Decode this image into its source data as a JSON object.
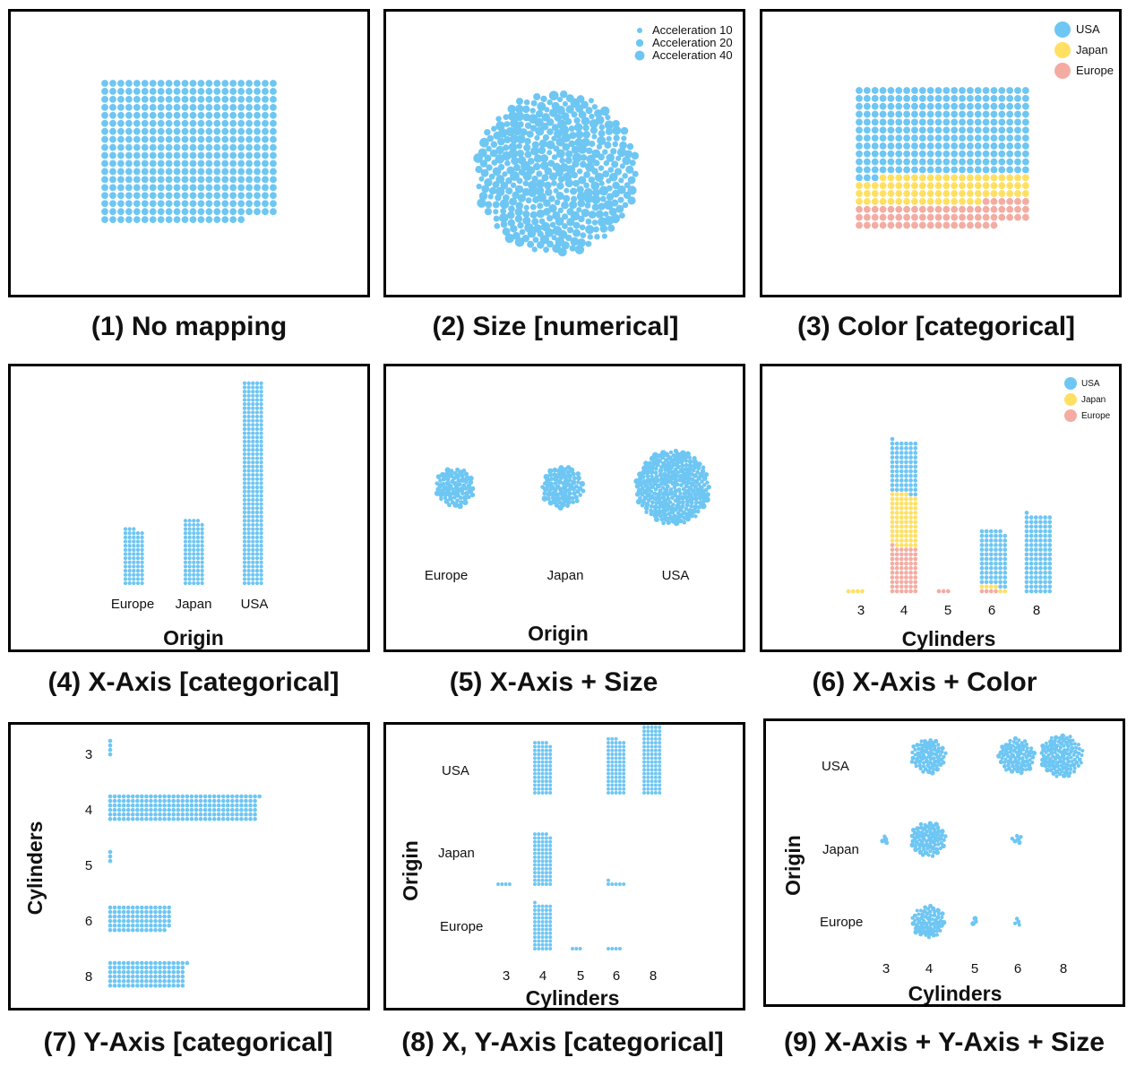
{
  "colors": {
    "usa": "#6ec6f3",
    "japan": "#ffe062",
    "europe": "#f4aca2"
  },
  "captions": [
    "(1) No mapping",
    "(2) Size [numerical]",
    "(3) Color [categorical]",
    "(4) X-Axis [categorical]",
    "(5) X-Axis + Size",
    "(6) X-Axis + Color",
    "(7) Y-Axis [categorical]",
    "(8) X, Y-Axis [categorical]",
    "(9) X-Axis + Y-Axis + Size"
  ],
  "chart_data": [
    {
      "type": "scatter",
      "layout": "unit-grid",
      "total_units": 392
    },
    {
      "type": "scatter",
      "layout": "unit-cluster",
      "size_encoding": "Acceleration",
      "legend": [
        "Acceleration 10",
        "Acceleration 20",
        "Acceleration 40"
      ],
      "legend_position": "top-right"
    },
    {
      "type": "scatter",
      "layout": "unit-grid",
      "color_encoding": "Origin",
      "categories": [
        "USA",
        "Japan",
        "Europe"
      ],
      "counts": {
        "USA": 245,
        "Japan": 79,
        "Europe": 68
      },
      "legend": [
        "USA",
        "Japan",
        "Europe"
      ],
      "legend_position": "top-right"
    },
    {
      "type": "bar",
      "layout": "unit-column",
      "xlabel": "Origin",
      "categories": [
        "Europe",
        "Japan",
        "USA"
      ],
      "values": [
        68,
        79,
        245
      ]
    },
    {
      "type": "scatter",
      "layout": "unit-cluster",
      "xlabel": "Origin",
      "size_encoding": "Acceleration",
      "categories": [
        "Europe",
        "Japan",
        "USA"
      ],
      "values": [
        68,
        79,
        245
      ]
    },
    {
      "type": "bar",
      "layout": "unit-column-stacked",
      "xlabel": "Cylinders",
      "categories": [
        "3",
        "4",
        "5",
        "6",
        "8"
      ],
      "series": [
        {
          "name": "USA",
          "values": [
            0,
            69,
            0,
            73,
            103
          ]
        },
        {
          "name": "Japan",
          "values": [
            4,
            69,
            0,
            6,
            0
          ]
        },
        {
          "name": "Europe",
          "values": [
            0,
            61,
            3,
            4,
            0
          ]
        }
      ],
      "legend": [
        "USA",
        "Japan",
        "Europe"
      ],
      "legend_position": "top-right"
    },
    {
      "type": "bar",
      "layout": "unit-row",
      "ylabel": "Cylinders",
      "categories": [
        "3",
        "4",
        "5",
        "6",
        "8"
      ],
      "values": [
        4,
        199,
        3,
        83,
        103
      ]
    },
    {
      "type": "scatter",
      "layout": "unit-grid-facet",
      "xlabel": "Cylinders",
      "ylabel": "Origin",
      "x_categories": [
        "3",
        "4",
        "5",
        "6",
        "8"
      ],
      "y_categories": [
        "USA",
        "Japan",
        "Europe"
      ],
      "counts": {
        "USA": [
          0,
          69,
          0,
          73,
          103
        ],
        "Japan": [
          4,
          69,
          0,
          6,
          0
        ],
        "Europe": [
          0,
          61,
          3,
          4,
          0
        ]
      }
    },
    {
      "type": "scatter",
      "layout": "unit-cluster-facet",
      "xlabel": "Cylinders",
      "ylabel": "Origin",
      "size_encoding": "Acceleration",
      "x_categories": [
        "3",
        "4",
        "5",
        "6",
        "8"
      ],
      "y_categories": [
        "USA",
        "Japan",
        "Europe"
      ],
      "counts": {
        "USA": [
          0,
          69,
          0,
          73,
          103
        ],
        "Japan": [
          4,
          69,
          0,
          6,
          0
        ],
        "Europe": [
          0,
          61,
          3,
          4,
          0
        ]
      }
    }
  ]
}
